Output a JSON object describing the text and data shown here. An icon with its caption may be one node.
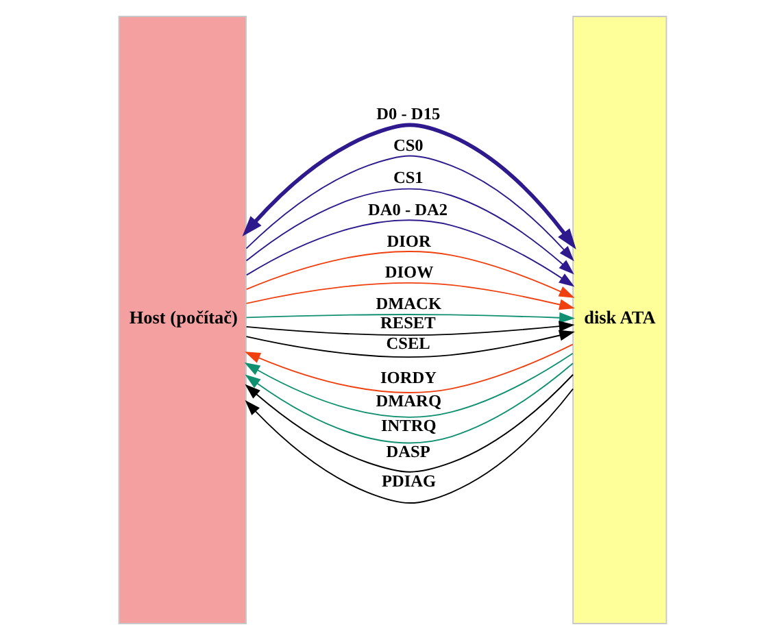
{
  "diagram": {
    "nodes": [
      {
        "text": [
          "Host (počítač)"
        ]
      },
      {
        "text": [
          "disk ATA"
        ]
      }
    ],
    "edges": [
      {
        "from": 0,
        "to": 1,
        "arrow": "both",
        "label": "D0 - D15",
        "style": "thick",
        "color": "#2e1a8c"
      },
      {
        "from": 0,
        "to": 1,
        "arrow": "to",
        "label": "CS0",
        "color": "#2e1a8c"
      },
      {
        "from": 0,
        "to": 1,
        "arrow": "to",
        "label": "CS1",
        "color": "#2e1a8c"
      },
      {
        "from": 0,
        "to": 1,
        "arrow": "to",
        "label": "DA0 - DA2",
        "color": "#2e1a8c"
      },
      {
        "from": 0,
        "to": 1,
        "arrow": "to",
        "label": "DIOR",
        "color": "#f04010"
      },
      {
        "from": 0,
        "to": 1,
        "arrow": "to",
        "label": "DIOW",
        "color": "#f04010"
      },
      {
        "from": 1,
        "to": 0,
        "arrow": "to",
        "label": "IORDY",
        "color": "#f04010"
      },
      {
        "from": 1,
        "to": 0,
        "arrow": "to",
        "label": "DMARQ",
        "color": "#109070"
      },
      {
        "from": 0,
        "to": 1,
        "arrow": "to",
        "label": "DMACK",
        "color": "#109070"
      },
      {
        "from": 1,
        "to": 0,
        "arrow": "to",
        "label": "INTRQ",
        "color": "#109070"
      },
      {
        "from": 0,
        "to": 1,
        "arrow": "to",
        "label": "RESET",
        "color": "#000000"
      },
      {
        "from": 1,
        "to": 0,
        "arrow": "to",
        "label": "DASP",
        "color": "#000000"
      },
      {
        "from": 0,
        "to": 1,
        "arrow": "to",
        "label": "CSEL",
        "color": "#000000"
      },
      {
        "from": 1,
        "to": 0,
        "arrow": "to",
        "label": "PDIAG",
        "color": "#000000"
      }
    ]
  }
}
